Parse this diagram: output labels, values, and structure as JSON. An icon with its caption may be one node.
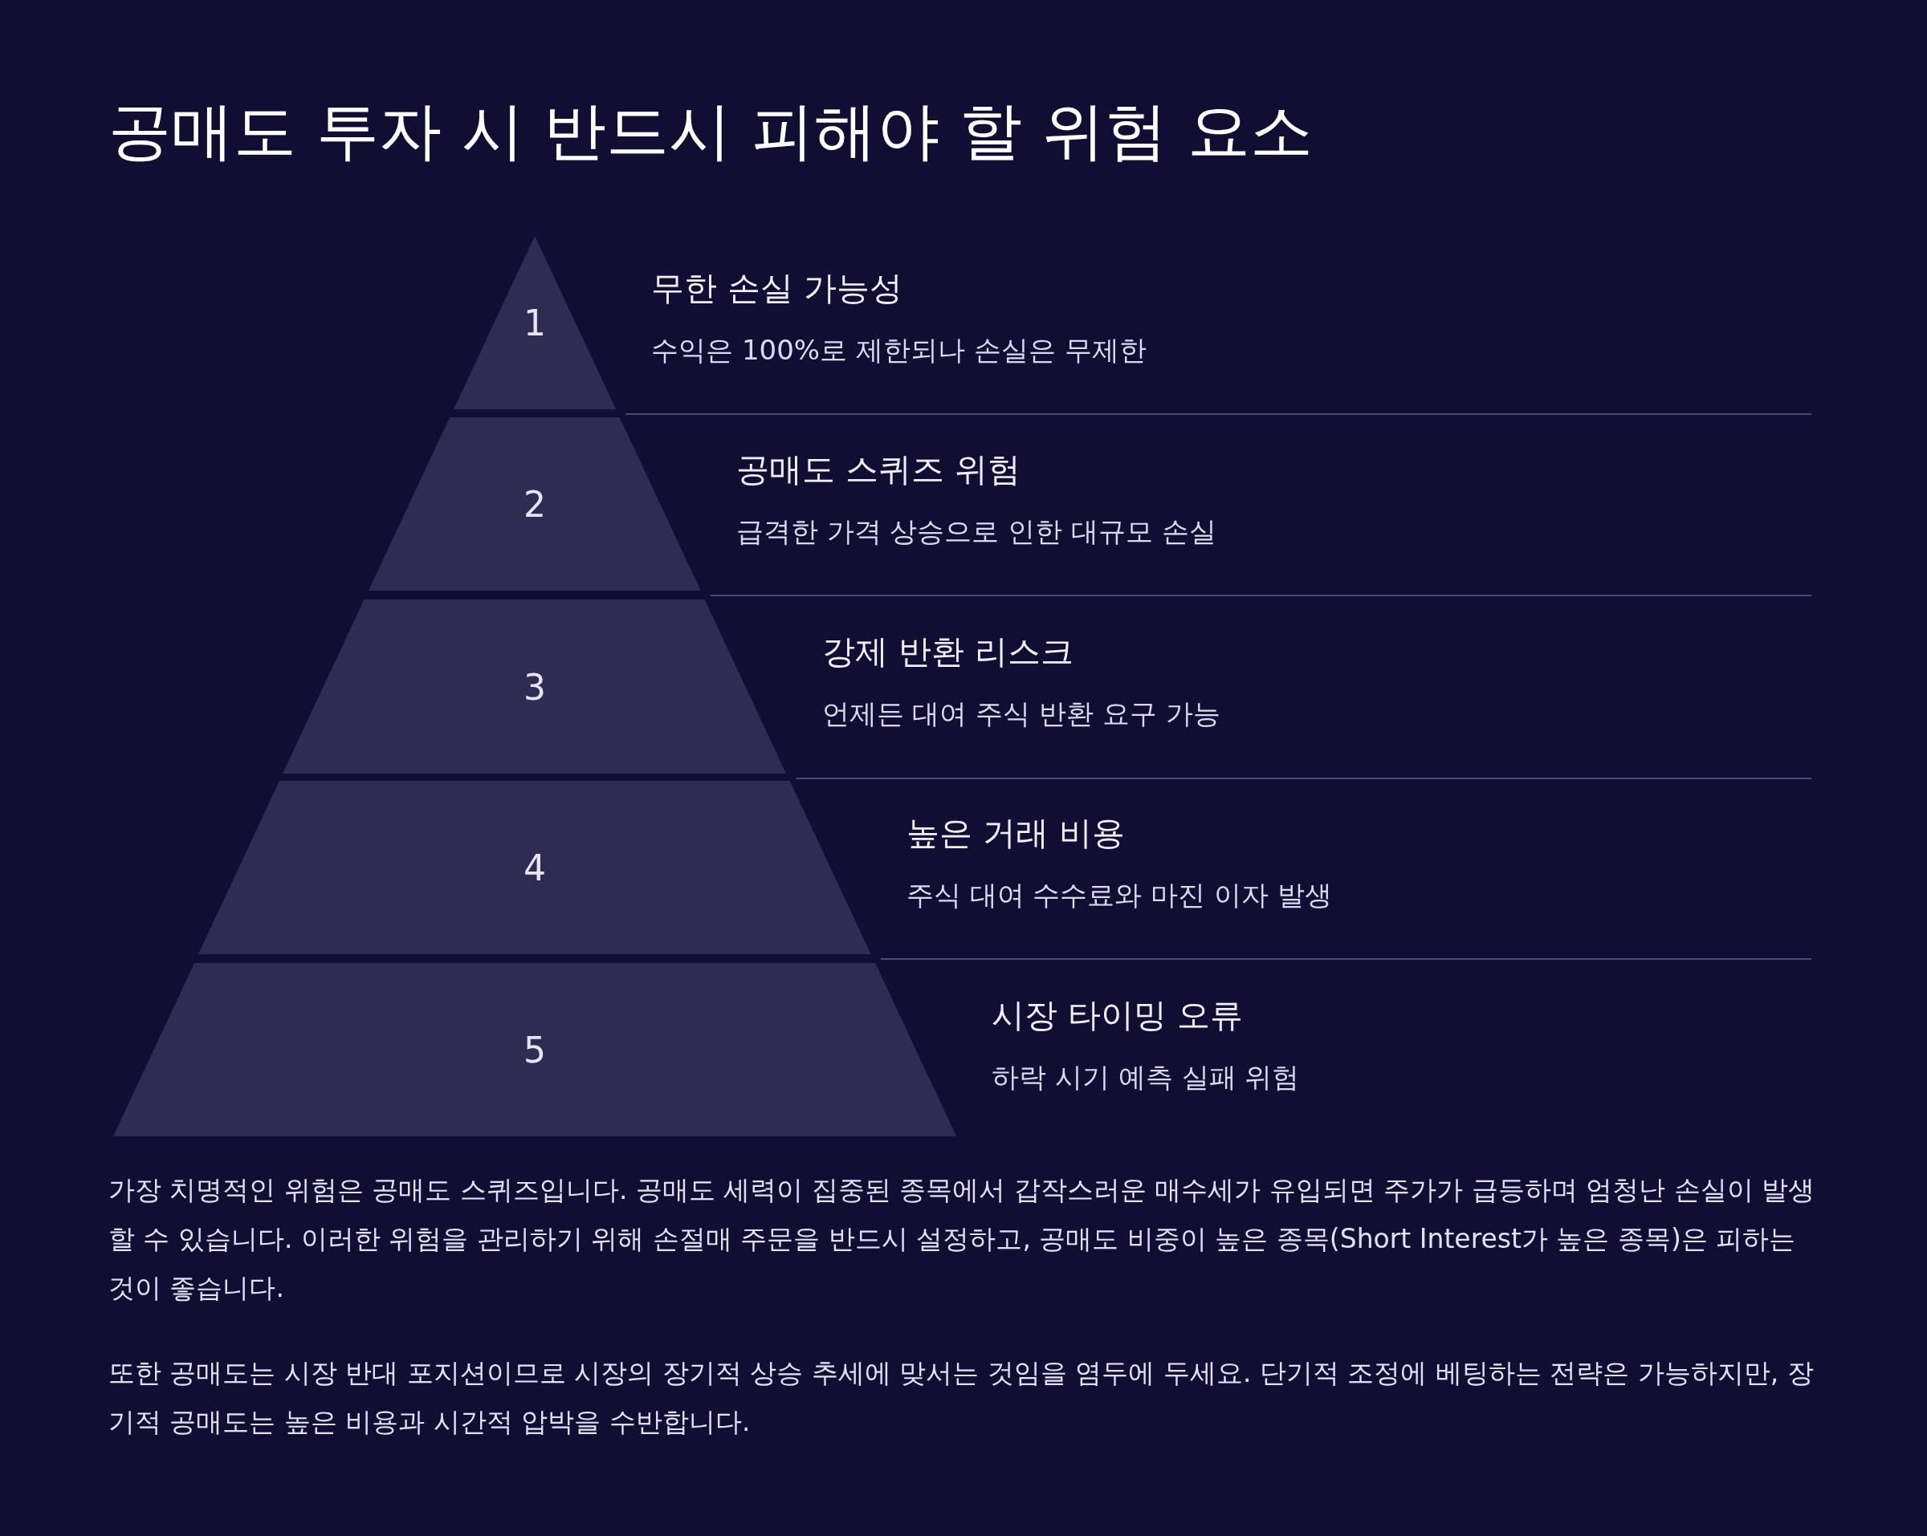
{
  "diagram": {
    "title": "공매도 투자 시 반드시 피해야 할 위험 요소",
    "nodes": [
      {
        "text": [
          "1"
        ],
        "beside": [
          "무한 손실 가능성",
          "수익은 100%로 제한되나 손실은 무제한"
        ]
      },
      {
        "text": [
          "2"
        ],
        "beside": [
          "공매도 스퀴즈 위험",
          "급격한 가격 상승으로 인한 대규모 손실"
        ]
      },
      {
        "text": [
          "3"
        ],
        "beside": [
          "강제 반환 리스크",
          "언제든 대여 주식 반환 요구 가능"
        ]
      },
      {
        "text": [
          "4"
        ],
        "beside": [
          "높은 거래 비용",
          "주식 대여 수수료와 마진 이자 발생"
        ]
      },
      {
        "text": [
          "5"
        ],
        "beside": [
          "시장 타이밍 오류",
          "하락 시기 예측 실패 위험"
        ]
      }
    ],
    "labels": [
      "가장 치명적인 위험은 공매도 스퀴즈입니다. 공매도 세력이 집중된 종목에서 갑작스러운 매수세가 유입되면 주가가 급등하며 엄청난 손실이 발생할 수 있습니다. 이러한 위험을 관리하기 위해 손절매 주문을 반드시 설정하고, 공매도 비중이 높은 종목(Short Interest가 높은 종목)은 피하는 것이 좋습니다.",
      "또한 공매도는 시장 반대 포지션이므로 시장의 장기적 상승 추세에 맞서는 것임을 염두에 두세요. 단기적 조정에 베팅하는 전략은 가능하지만, 장기적 공매도는 높은 비용과 시간적 압박을 수반합니다."
    ]
  }
}
